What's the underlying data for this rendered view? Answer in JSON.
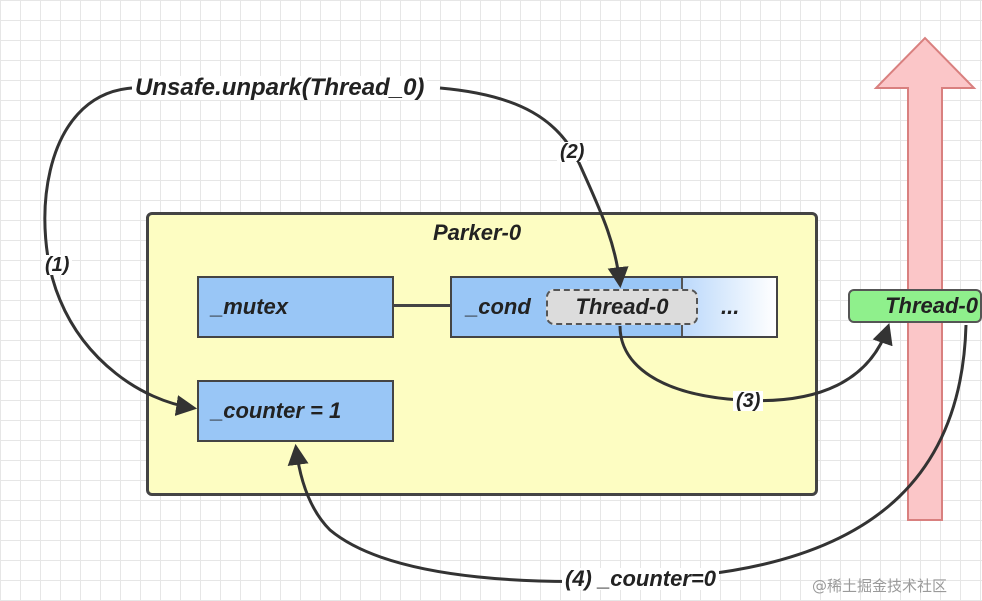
{
  "diagram": {
    "top_call": "Unsafe.unpark(Thread_0)",
    "parker_title": "Parker-0",
    "mutex_label": "_mutex",
    "cond_label": "_cond",
    "cond_thread": "Thread-0",
    "cond_more": "...",
    "counter_label": "_counter = 1",
    "running_thread": "Thread-0",
    "steps": {
      "step1": "(1)",
      "step2": "(2)",
      "step3": "(3)",
      "step4": "(4) _counter=0"
    }
  },
  "watermark": "@稀土掘金技术社区",
  "colors": {
    "parker_fill": "#fdfdc2",
    "field_fill": "#99c6f6",
    "chip_fill": "#dcdcdc",
    "thread_chip_fill": "#8ff08c",
    "arrow_fill": "#fbc6c8"
  }
}
